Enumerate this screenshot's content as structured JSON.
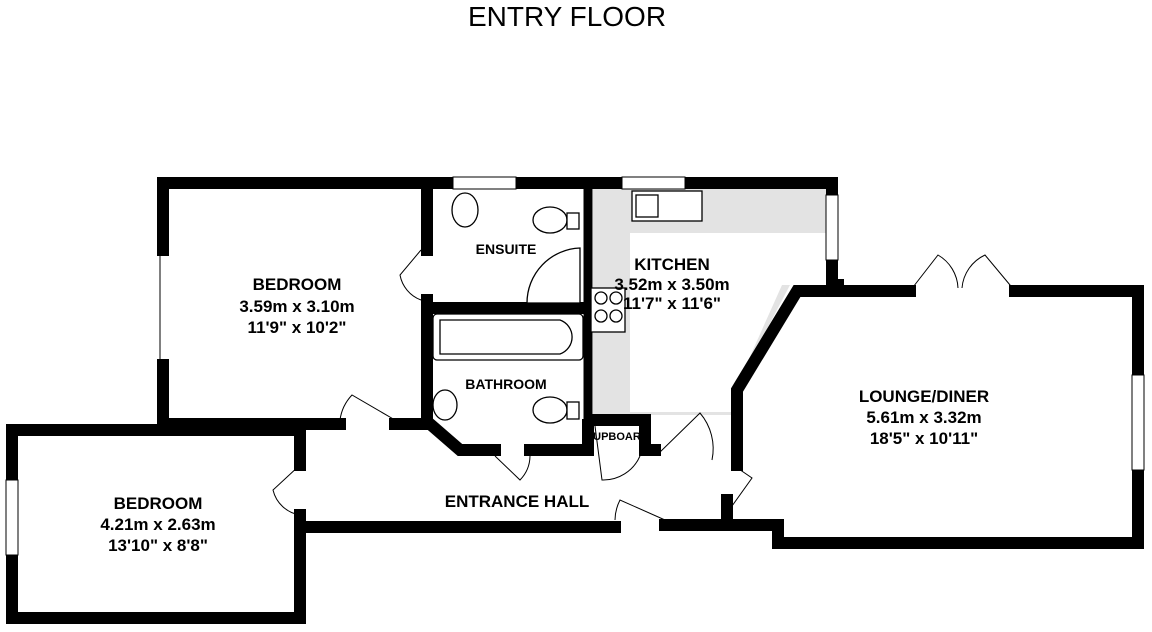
{
  "title": "ENTRY FLOOR",
  "rooms": {
    "bedroom1": {
      "name": "BEDROOM",
      "metric": "3.59m  x 3.10m",
      "imperial": "11'9\"  x 10'2\""
    },
    "ensuite": {
      "name": "ENSUITE"
    },
    "kitchen": {
      "name": "KITCHEN",
      "metric": "3.52m  x 3.50m",
      "imperial": "11'7\"  x 11'6\""
    },
    "bathroom": {
      "name": "BATHROOM"
    },
    "cupboard": {
      "name": "UPBOAR"
    },
    "lounge": {
      "name": "LOUNGE/DINER",
      "metric": "5.61m  x 3.32m",
      "imperial": "18'5\"  x 10'11\""
    },
    "bedroom2": {
      "name": "BEDROOM",
      "metric": "4.21m  x 2.63m",
      "imperial": "13'10\"  x 8'8\""
    },
    "hall": {
      "name": "ENTRANCE HALL"
    }
  },
  "colors": {
    "wall": "#000000",
    "kitchen_worktop": "#e3e3e3"
  }
}
